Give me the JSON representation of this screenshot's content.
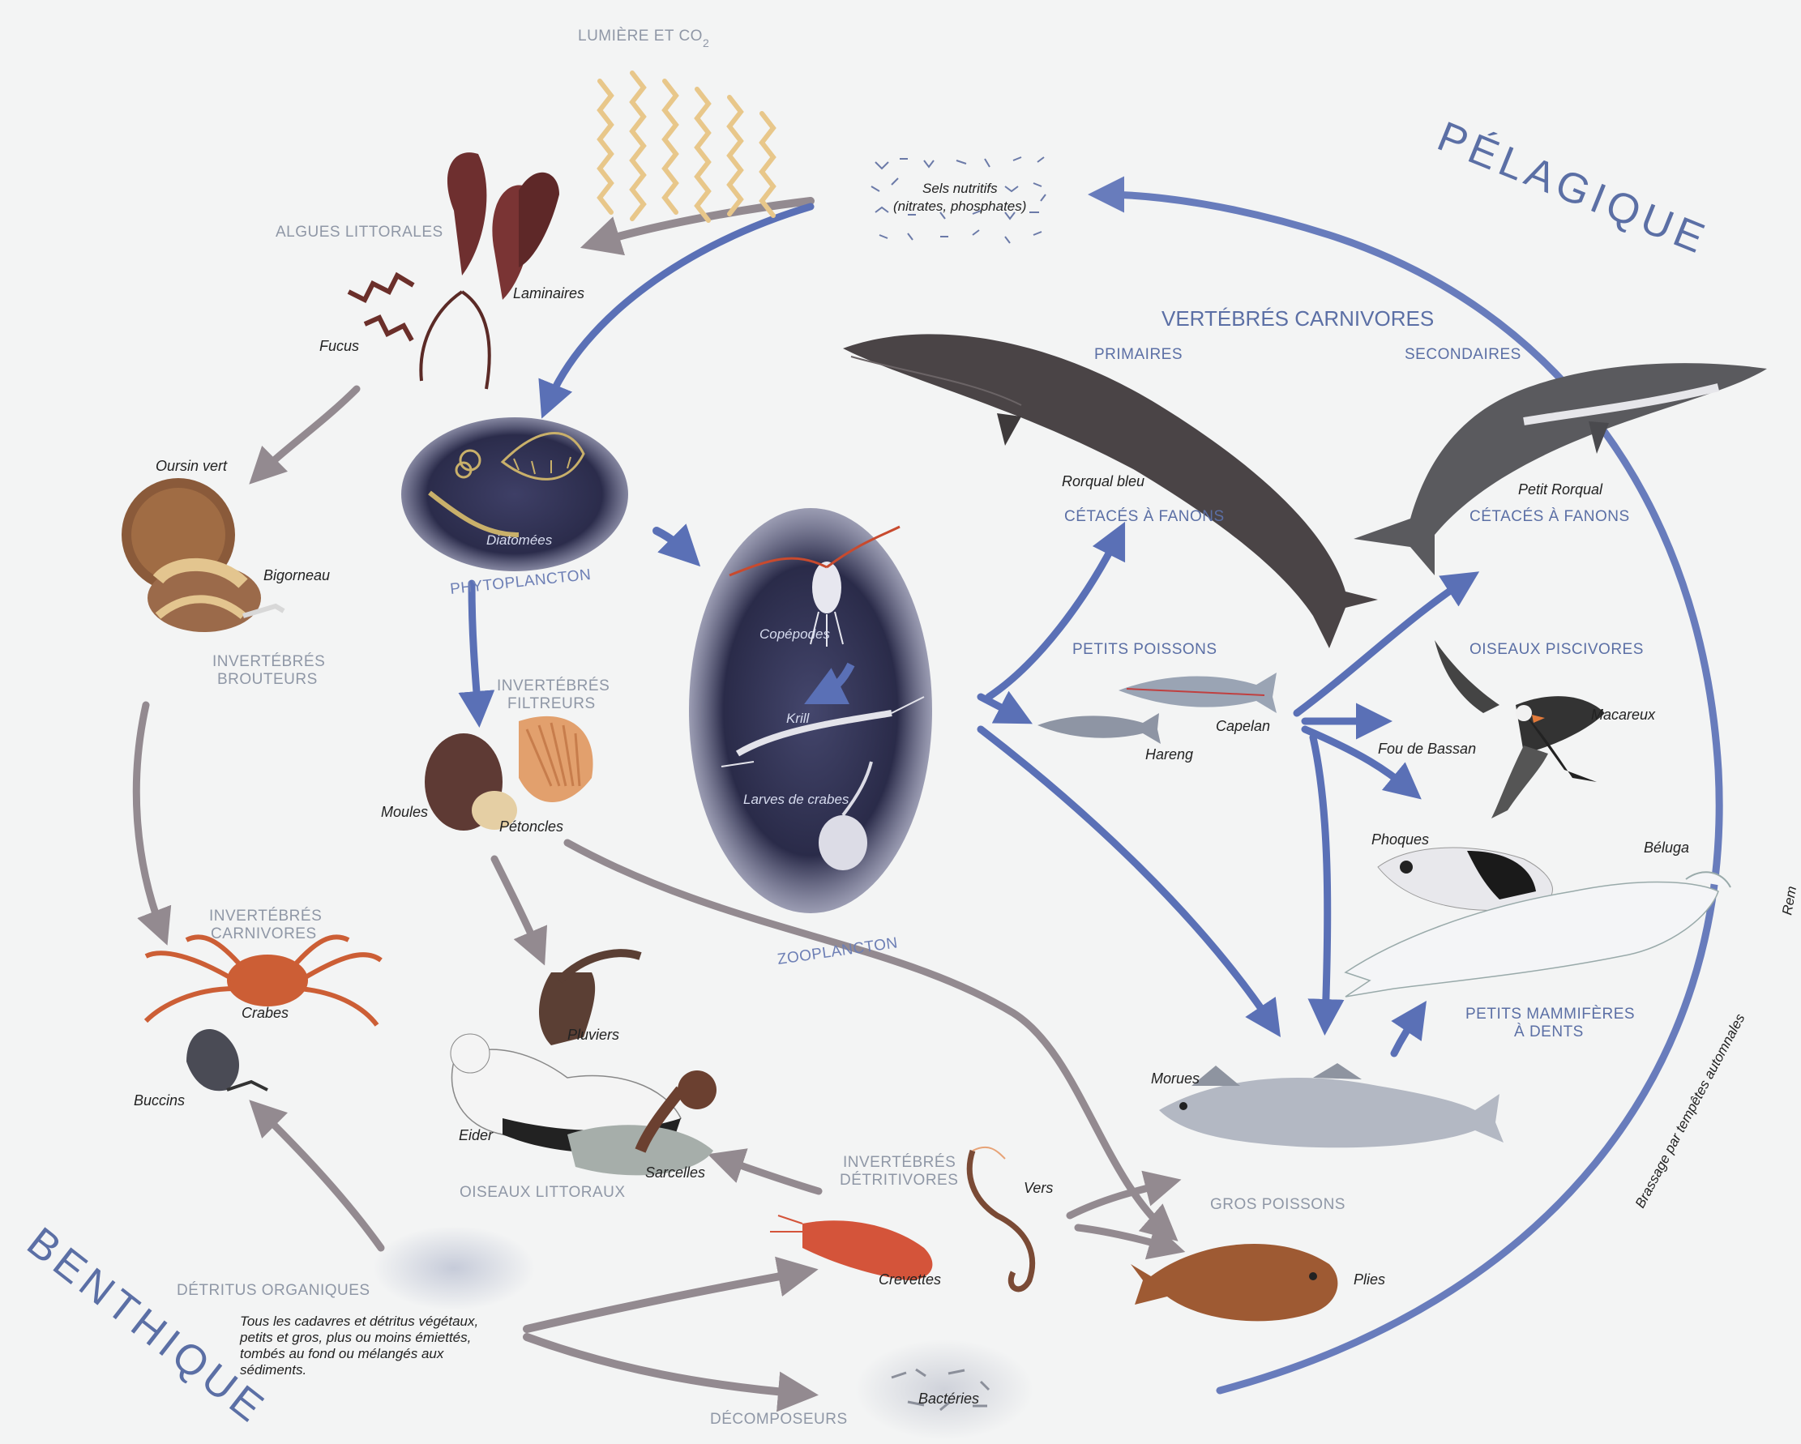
{
  "labels": {
    "light": "LUMIÈRE ET CO",
    "light_sub": "2",
    "nutrients_1": "Sels nutritifs",
    "nutrients_2": "(nitrates, phosphates)",
    "pelagic": "PÉLAGIQUE",
    "benthic": "BENTHIQUE",
    "algae": "ALGUES LITTORALES",
    "laminaires": "Laminaires",
    "fucus": "Fucus",
    "oursin": "Oursin vert",
    "bigorneau": "Bigorneau",
    "inv_brouteurs_1": "INVERTÉBRÉS",
    "inv_brouteurs_2": "BROUTEURS",
    "diatomees": "Diatomées",
    "phytoplancton": "PHYTOPLANCTON",
    "inv_filtreurs_1": "INVERTÉBRÉS",
    "inv_filtreurs_2": "FILTREURS",
    "moules": "Moules",
    "petoncles": "Pétoncles",
    "copepodes": "Copépodes",
    "krill": "Krill",
    "larves": "Larves de crabes",
    "zooplancton": "ZOOPLANCTON",
    "vert_carn": "VERTÉBRÉS CARNIVORES",
    "primaires": "PRIMAIRES",
    "secondaires": "SECONDAIRES",
    "rorqual_bleu": "Rorqual bleu",
    "cetaces_1": "CÉTACÉS À FANONS",
    "petit_rorqual": "Petit Rorqual",
    "cetaces_2": "CÉTACÉS À FANONS",
    "petits_poissons": "PETITS POISSONS",
    "capelan": "Capelan",
    "hareng": "Hareng",
    "oiseaux_pisc": "OISEAUX PISCIVORES",
    "macareux": "Macareux",
    "fou": "Fou de Bassan",
    "phoques": "Phoques",
    "beluga": "Béluga",
    "petits_mamm_1": "PETITS MAMMIFÈRES",
    "petits_mamm_2": "À DENTS",
    "inv_carn_1": "INVERTÉBRÉS",
    "inv_carn_2": "CARNIVORES",
    "crabes": "Crabes",
    "buccins": "Buccins",
    "pluviers": "Pluviers",
    "eider": "Eider",
    "sarcelles": "Sarcelles",
    "oiseaux_litt": "OISEAUX LITTORAUX",
    "inv_detr_1": "INVERTÉBRÉS",
    "inv_detr_2": "DÉTRITIVORES",
    "vers": "Vers",
    "crevettes": "Crevettes",
    "morues": "Morues",
    "gros_poissons": "GROS POISSONS",
    "plies": "Plies",
    "detritus": "DÉTRITUS ORGANIQUES",
    "detritus_desc_1": "Tous les cadavres et détritus végétaux,",
    "detritus_desc_2": "petits et gros, plus ou moins émiettés,",
    "detritus_desc_3": "tombés au fond ou mélangés aux",
    "detritus_desc_4": "sédiments.",
    "decomposeurs": "DÉCOMPOSEURS",
    "bacteries": "Bactéries",
    "brassage": "Brassage par tempêtes automnales",
    "remontee": "Rem"
  },
  "colors": {
    "background": "#f3f4f4",
    "blue_arrow": "#5b72b8",
    "gray_arrow": "#9a9096",
    "caption_gray": "#8f97a6",
    "caption_blue": "#5b6fa5",
    "plankton_dark": "#2a2c4a"
  }
}
